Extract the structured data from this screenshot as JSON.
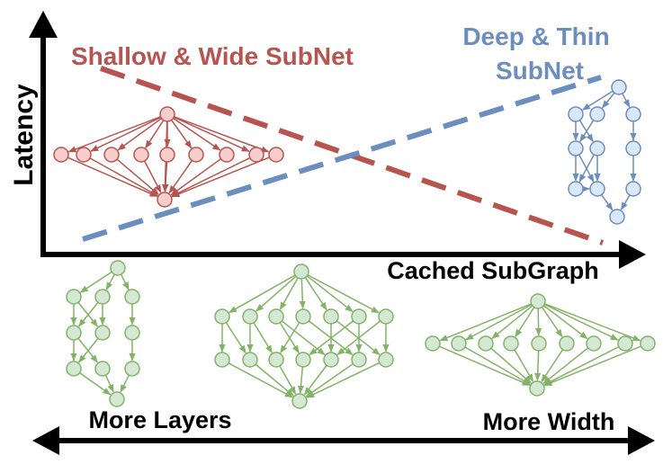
{
  "labels": {
    "y_axis": "Latency",
    "x_axis": "Cached SubGraph",
    "shallow_line1": "Shallow & Wide SubNet",
    "deep_line1": "Deep & Thin",
    "deep_line2": "SubNet",
    "more_layers": "More Layers",
    "more_width": "More Width"
  },
  "colors": {
    "axis": "#000000",
    "red_stroke": "#b85450",
    "red_fill": "#f8cecc",
    "blue_stroke": "#6c8ebf",
    "blue_fill": "#dae8fc",
    "green_stroke": "#82b366",
    "green_fill": "#d5e8d4"
  }
}
